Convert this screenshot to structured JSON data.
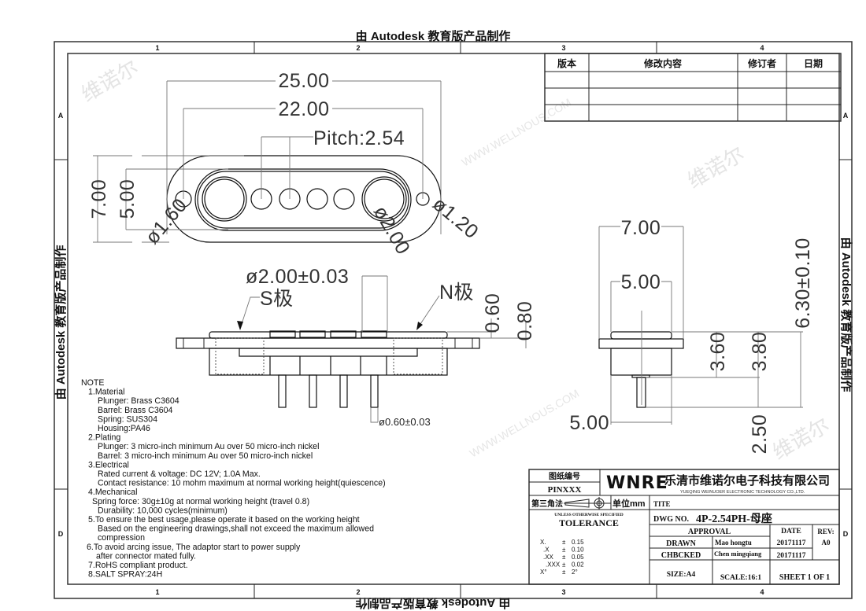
{
  "autodesk_stamp": "由 Autodesk 教育版产品制作",
  "frame": {
    "columns": [
      "1",
      "2",
      "3",
      "4"
    ],
    "rows": [
      "A",
      "D"
    ]
  },
  "watermarks": {
    "cn": "维诺尔",
    "url": "WWW.WELLNOUS.COM"
  },
  "revision_table": {
    "headers": [
      "版本",
      "修改内容",
      "修订者",
      "日期"
    ]
  },
  "top_view": {
    "overall_length": "25.00",
    "hole_spacing": "22.00",
    "pitch": "Pitch:2.54",
    "overall_height": "7.00",
    "inner_height": "5.00",
    "mount_hole_left": "ø1.60",
    "pin_diameter": "ø2.00",
    "mount_hole_right": "ø1.20"
  },
  "front_view": {
    "big_pin_diameter": "ø2.00±0.03",
    "s_pole": "S极",
    "n_pole": "N极",
    "cap_height": "0.60",
    "flange_height": "0.80",
    "tail_diameter": "ø0.60±0.03"
  },
  "side_view": {
    "flange_width": "7.00",
    "cap_width": "5.00",
    "body_width": "5.00",
    "body_height": "3.60",
    "top_to_body": "3.80",
    "tail_length": "2.50",
    "total_height": "6.30±0.10"
  },
  "notes": [
    "NOTE",
    "1.Material",
    "Plunger: Brass C3604",
    "Barrel:   Brass C3604",
    "Spring: SUS304",
    "Housing:PA46",
    "2.Plating",
    "Plunger: 3 micro-inch minimum Au over 50 micro-inch nickel",
    "Barrel:  3 micro-inch minimum Au over 50 micro-inch nickel",
    "3.Electrical",
    "Rated current & voltage: DC 12V; 1.0A Max.",
    "Contact resistance: 10 mohm maximum at normal working height(quiescence)",
    "4.Mechanical",
    "Spring force: 30g±10g at normal working height (travel 0.8)",
    "Durability: 10,000 cycles(minimum)",
    "5.To ensure the best usage,please operate it based on the working height",
    "Based on the engineering drawings,shall not exceed the maximum allowed",
    "compression",
    "6.To avoid arcing issue, The adaptor start to power supply",
    "after connector mated fully.",
    "7.RoHS compliant product.",
    "8.SALT SPRAY:24H"
  ],
  "title_block": {
    "drawing_number_label": "图纸编号",
    "drawing_number": "PINXXX",
    "logo": "WNRE",
    "company_cn": "乐清市维诺尔电子科技有限公司",
    "company_en": "YUEQING WEINUOER ELECTRONIC TECHNOLOGY CO.,LTD.",
    "projection_label": "第三角法",
    "unit_label": "单位mm",
    "title_label": "TITE",
    "dwg_no_label": "DWG NO.",
    "dwg_no": "4P-2.54PH-母座",
    "tolerance_caption": "UNLESS OTHERWISE SPECIFIED",
    "tolerance_title": "TOLERANCE",
    "tolerances": [
      {
        "k": "X.",
        "pm": "±",
        "v": "0.15"
      },
      {
        "k": ".X",
        "pm": "±",
        "v": "0.10"
      },
      {
        "k": ".XX",
        "pm": "±",
        "v": "0.05"
      },
      {
        "k": ".XXX",
        "pm": "±",
        "v": "0.02"
      },
      {
        "k": "X°",
        "pm": "±",
        "v": "2°"
      }
    ],
    "approval_label": "APPROVAL",
    "date_label": "DATE",
    "rev_label": "REV:",
    "rev": "A0",
    "drawn_label": "DRAWN",
    "drawn_by": "Mao hongtu",
    "drawn_date": "20171117",
    "checked_label": "CHBCKED",
    "checked_by": "Chen mingqiang",
    "checked_date": "20171117",
    "size": "SIZE:A4",
    "scale": "SCALE:16:1",
    "sheet": "SHEET 1 OF 1"
  }
}
